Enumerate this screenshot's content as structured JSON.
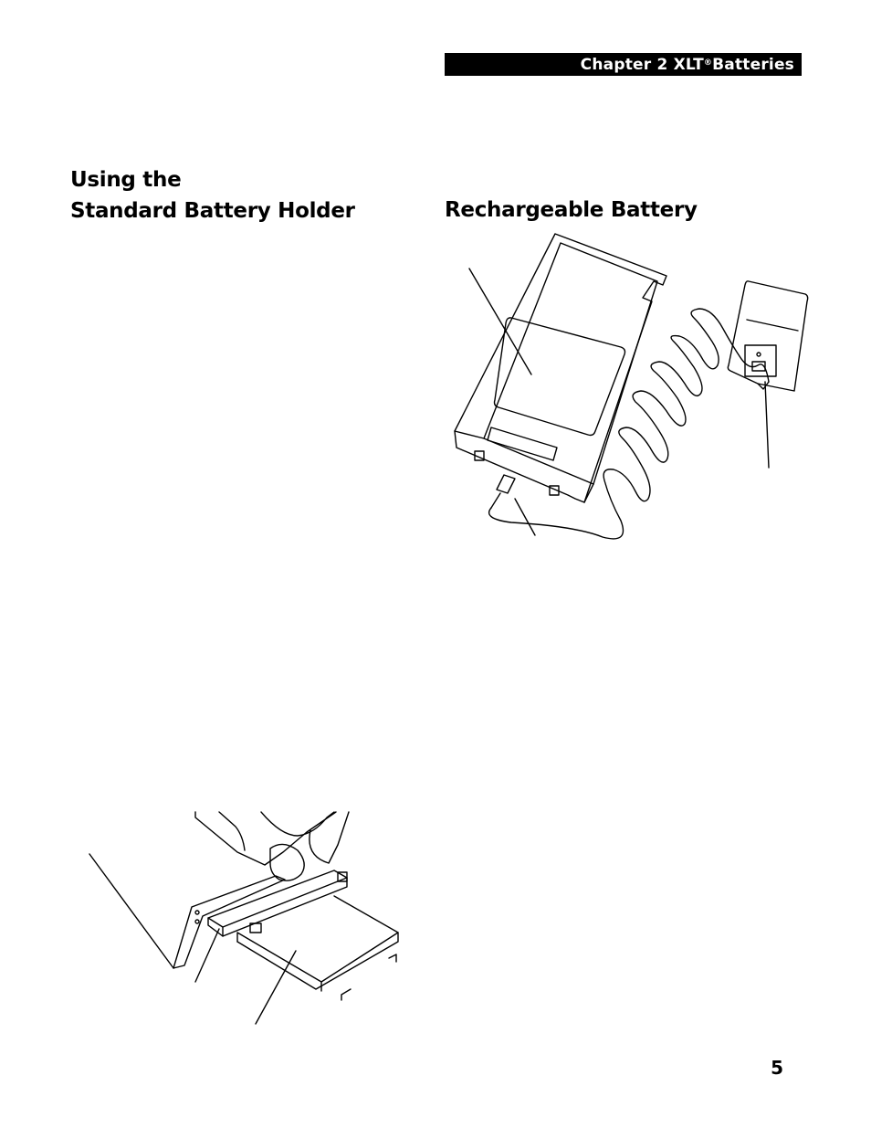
{
  "header": {
    "chapter_prefix": "Chapter 2 XLT",
    "registered_mark": "®",
    "chapter_suffix": " Batteries"
  },
  "sections": {
    "left_title_line1": "Using the",
    "left_title_line2": "Standard Battery Holder",
    "right_title": "Rechargeable Battery"
  },
  "figures": {
    "charger_illustration": "battery-charger-illustration",
    "holder_illustration": "battery-holder-illustration"
  },
  "page_number": "5"
}
